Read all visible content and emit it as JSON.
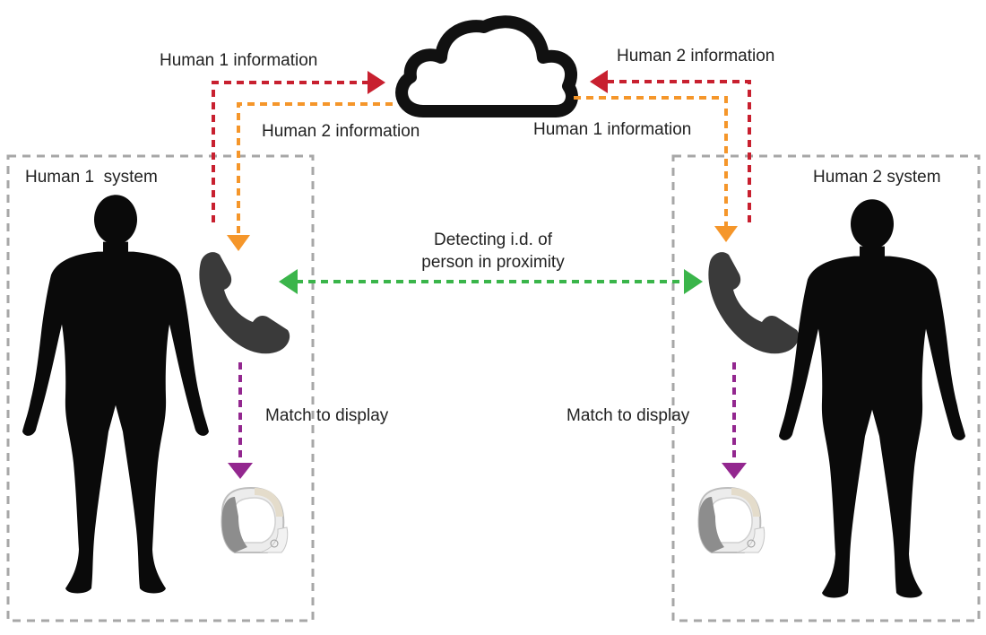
{
  "labels": {
    "to_cloud_left": "Human 1 information",
    "from_cloud_left": "Human 2 information",
    "to_cloud_right": "Human 2 information",
    "from_cloud_right": "Human 1 information",
    "system_left": "Human 1  system",
    "system_right": "Human 2 system",
    "proximity_line1": "Detecting i.d. of",
    "proximity_line2": "person in proximity",
    "match_left": "Match to display",
    "match_right": "Match to display"
  },
  "colors": {
    "human1_info": "#c8202f",
    "human2_info": "#f5962a",
    "proximity": "#3ab54a",
    "match": "#93278f",
    "box_border": "#a7a7a7",
    "silhouette": "#0a0a0a",
    "phone": "#3a3a3a"
  },
  "icons": {
    "cloud": "cloud-icon",
    "phone": "phone-icon",
    "band": "wristband-icon",
    "person": "person-silhouette"
  }
}
